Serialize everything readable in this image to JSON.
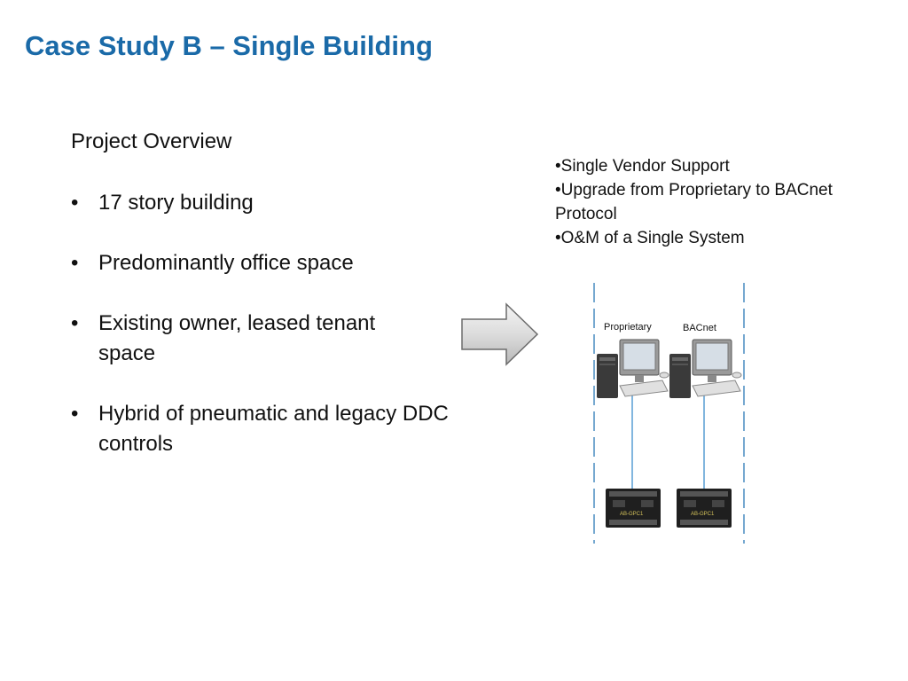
{
  "slide": {
    "title": "Case Study B – Single Building"
  },
  "overview": {
    "heading": "Project Overview",
    "bullet_glyph": "•",
    "bullets": [
      "17 story building",
      "Predominantly office space",
      "Existing owner, leased tenant space",
      "Hybrid of pneumatic and legacy DDC controls"
    ]
  },
  "benefits": [
    "•Single Vendor Support",
    "•Upgrade from Proprietary to BACnet Protocol",
    "•O&M of a Single System"
  ],
  "diagram": {
    "left_label": "Proprietary",
    "right_label": "BACnet",
    "controller_label": "AB-GPC1"
  },
  "colors": {
    "title": "#1a6aa8",
    "divider": "#1b6fb0",
    "cable": "#2f86c9"
  }
}
